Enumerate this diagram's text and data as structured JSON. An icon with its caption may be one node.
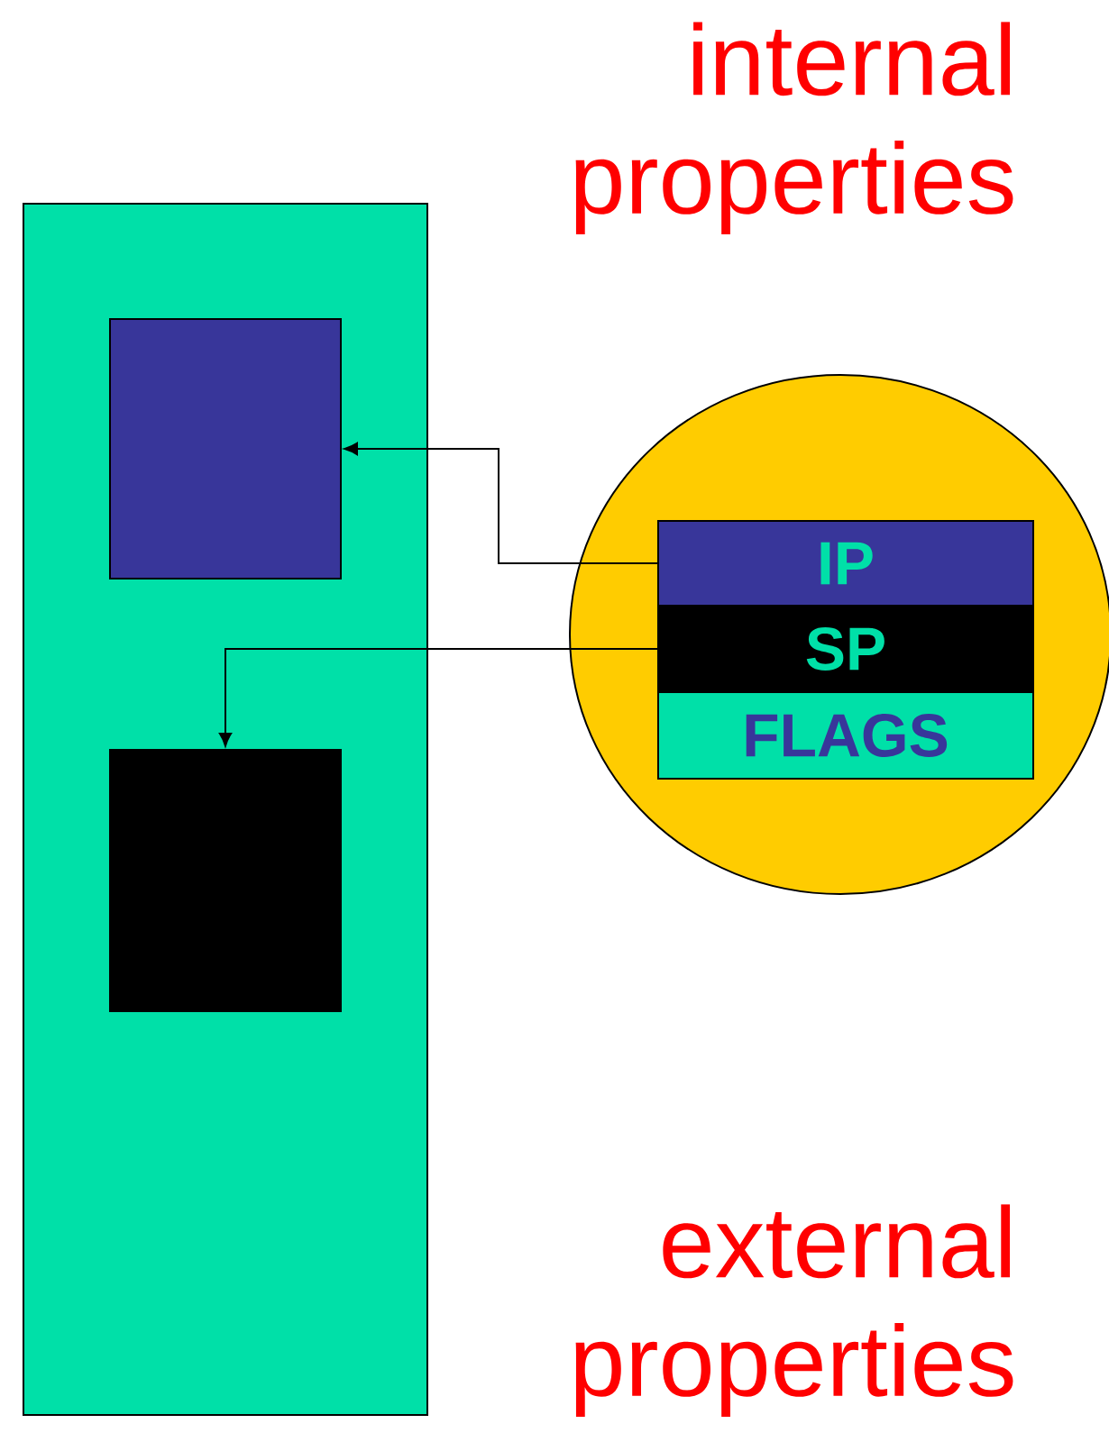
{
  "diagram": {
    "nodes": [
      {
        "text": [],
        "shape": "box"
      },
      {
        "text": [],
        "shape": "box",
        "in": 0
      },
      {
        "text": [],
        "shape": "box",
        "in": 0
      },
      {
        "text": [],
        "shape": "circle"
      },
      {
        "text": [
          "IP"
        ],
        "in": 3
      },
      {
        "text": [
          "SP"
        ],
        "in": 3
      },
      {
        "text": [
          "FLAGS"
        ],
        "in": 3
      }
    ],
    "edges": [
      {
        "from": 4,
        "to": 1,
        "arrow": "to"
      },
      {
        "from": 5,
        "to": 2,
        "arrow": "to"
      }
    ],
    "labels": [
      "internal properties",
      "external properties"
    ]
  }
}
